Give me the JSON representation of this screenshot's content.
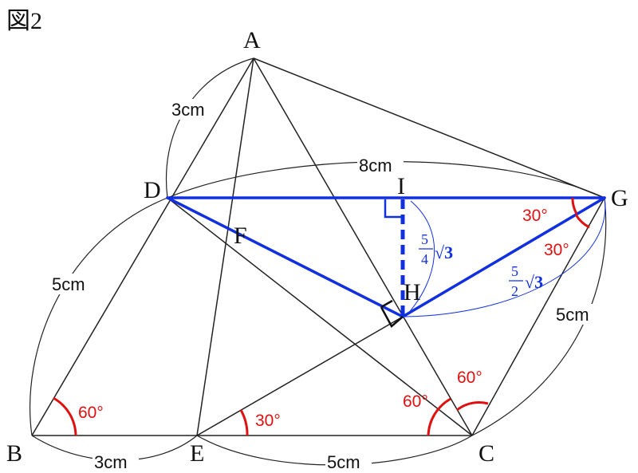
{
  "figure_title": "図2",
  "points": {
    "A": "A",
    "B": "B",
    "C": "C",
    "D": "D",
    "E": "E",
    "F": "F",
    "G": "G",
    "H": "H",
    "I": "I"
  },
  "lengths": {
    "AD": "3cm",
    "DB": "5cm",
    "BE": "3cm",
    "EC": "5cm",
    "CG": "5cm",
    "DG": "8cm"
  },
  "angles": {
    "B": "60°",
    "E": "30°",
    "C_left": "60°",
    "C_right": "60°",
    "G_upper": "30°",
    "G_lower": "30°"
  },
  "measures": {
    "IH": {
      "num": "5",
      "den": "4",
      "root": "√3"
    },
    "GH": {
      "num": "5",
      "den": "2",
      "root": "√3"
    }
  },
  "colors": {
    "line": "#222222",
    "highlight": "#1030e0",
    "angle": "#e01010"
  }
}
